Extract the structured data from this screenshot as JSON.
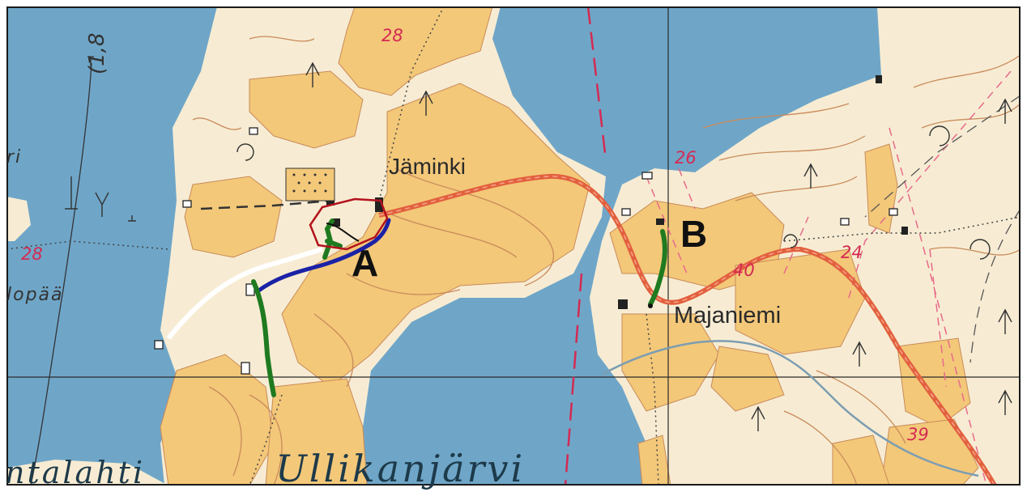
{
  "place_labels": {
    "jaminki": "Jäminki",
    "majaniemi": "Majaniemi",
    "lopaa": "lopää",
    "ri": "ri",
    "ntalahti": "ntalahti"
  },
  "lake_label": "Ullikanjärvi",
  "elevations": {
    "e28_top": "28",
    "e28_left": "28",
    "e26": "26",
    "e40": "40",
    "e24": "24",
    "e39": "39"
  },
  "depth_label": "(1,8",
  "markers": {
    "a": "A",
    "b": "B"
  },
  "colors": {
    "water": "#6fa6c8",
    "land": "#f7ecd3",
    "field": "#f3c879",
    "road_red": "#e2603e",
    "route_blue": "#1b22a6",
    "route_green": "#1f7a20",
    "boundary_red": "#b3121d",
    "contour": "#c98a5a",
    "grid": "#2a2a2a"
  }
}
